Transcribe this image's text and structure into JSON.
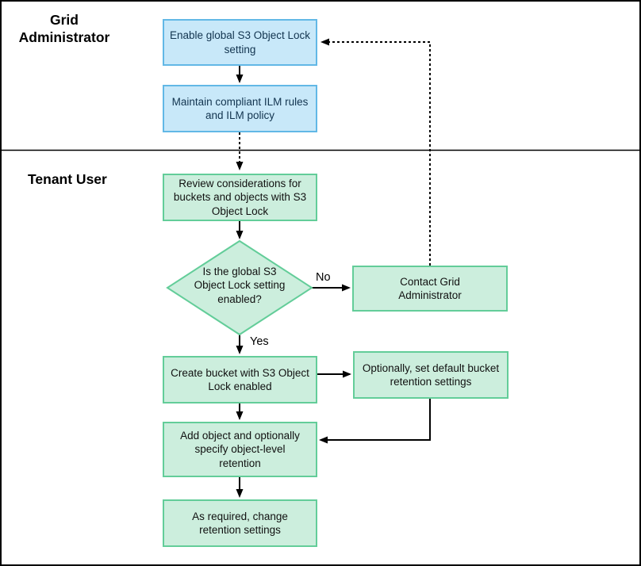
{
  "diagram": {
    "lanes": {
      "admin_label": "Grid Administrator",
      "tenant_label": "Tenant User"
    },
    "nodes": {
      "enable_global": "Enable global S3 Object Lock setting",
      "maintain_ilm": "Maintain compliant ILM rules and ILM policy",
      "review_considerations": "Review considerations for buckets and objects with S3 Object Lock",
      "decision": "Is the global S3 Object Lock setting enabled?",
      "contact_admin": "Contact Grid Administrator",
      "create_bucket": "Create bucket with S3 Object Lock enabled",
      "optional_bucket_retention": "Optionally, set default bucket retention settings",
      "add_object": "Add object and optionally specify object-level retention",
      "change_retention": "As required, change retention settings"
    },
    "edge_labels": {
      "no": "No",
      "yes": "Yes"
    },
    "colors": {
      "admin_node_fill": "#c8e8f9",
      "admin_node_border": "#62b8e6",
      "tenant_node_fill": "#cceedd",
      "tenant_node_border": "#63cd99",
      "connector": "#000000"
    }
  }
}
